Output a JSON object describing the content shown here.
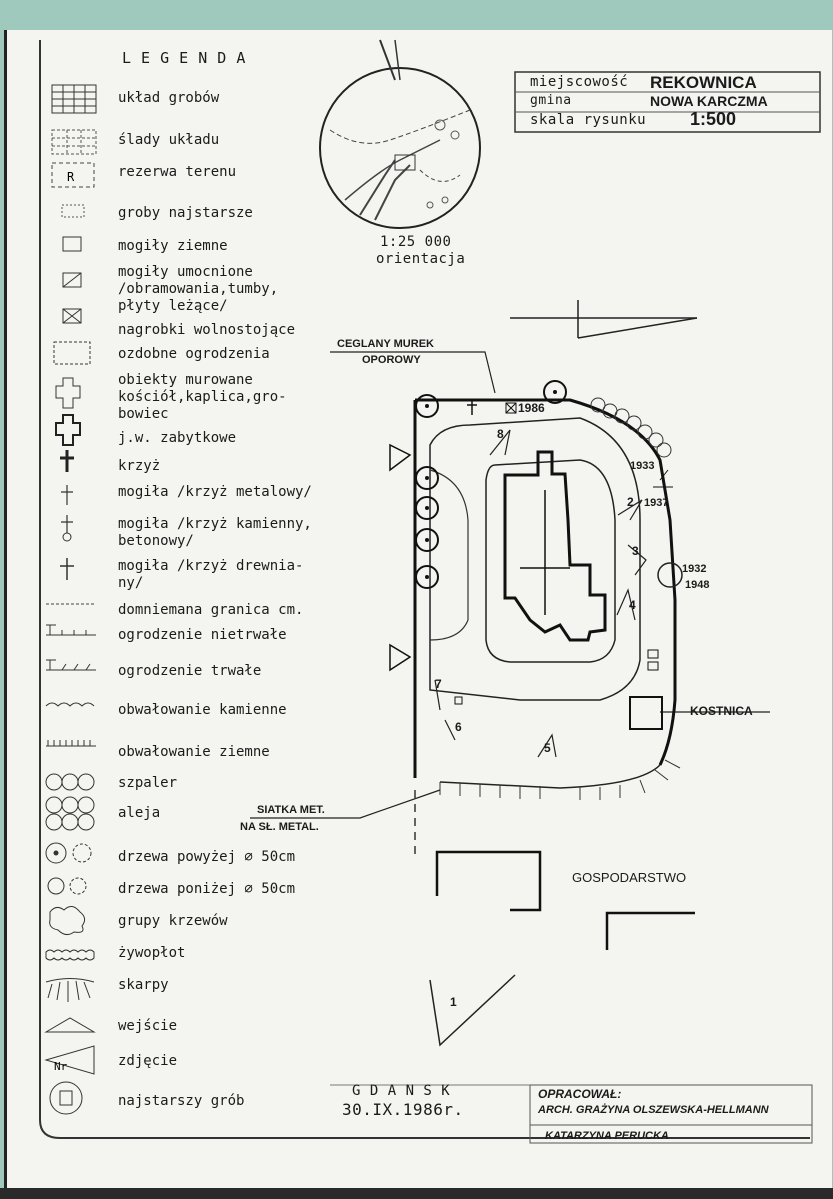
{
  "legend": {
    "title": "L E G E N D A",
    "items": [
      {
        "label": "układ grobów",
        "icon": "grave-grid-icon"
      },
      {
        "label": "ślady układu",
        "icon": "layout-traces-icon"
      },
      {
        "label": "rezerwa terenu",
        "icon": "land-reserve-icon"
      },
      {
        "label": "groby najstarsze",
        "icon": "oldest-graves-icon"
      },
      {
        "label": "mogiły ziemne",
        "icon": "earth-grave-icon"
      },
      {
        "label": "mogiły umocnione\n/obramowania,tumby,\npłyty leżące/",
        "icon": "reinforced-grave-icon"
      },
      {
        "label": "nagrobki wolnostojące",
        "icon": "freestanding-tombstone-icon"
      },
      {
        "label": "ozdobne ogrodzenia",
        "icon": "decorative-fence-icon"
      },
      {
        "label": "obiekty murowane\nkościół,kaplica,gro-\nbowiec",
        "icon": "masonry-building-icon"
      },
      {
        "label": "j.w. zabytkowe",
        "icon": "historic-building-icon"
      },
      {
        "label": "krzyż",
        "icon": "cross-icon"
      },
      {
        "label": "mogiła /krzyż metalowy/",
        "icon": "metal-cross-icon"
      },
      {
        "label": "mogiła /krzyż kamienny,\nbetonowy/",
        "icon": "stone-cross-icon"
      },
      {
        "label": "mogiła /krzyż drewnia-\nny/",
        "icon": "wooden-cross-icon"
      },
      {
        "label": "domniemana granica cm.",
        "icon": "presumed-boundary-icon"
      },
      {
        "label": "ogrodzenie nietrwałe",
        "icon": "temporary-fence-icon"
      },
      {
        "label": "ogrodzenie trwałe",
        "icon": "permanent-fence-icon"
      },
      {
        "label": "obwałowanie kamienne",
        "icon": "stone-embankment-icon"
      },
      {
        "label": "obwałowanie ziemne",
        "icon": "earth-embankment-icon"
      },
      {
        "label": "szpaler",
        "icon": "tree-row-icon"
      },
      {
        "label": "aleja",
        "icon": "avenue-icon"
      },
      {
        "label": "drzewa powyżej ⌀ 50cm",
        "icon": "large-trees-icon"
      },
      {
        "label": "drzewa poniżej ⌀ 50cm",
        "icon": "small-trees-icon"
      },
      {
        "label": "grupy krzewów",
        "icon": "shrub-group-icon"
      },
      {
        "label": "żywopłot",
        "icon": "hedge-icon"
      },
      {
        "label": "skarpy",
        "icon": "slope-icon"
      },
      {
        "label": "wejście",
        "icon": "entrance-icon"
      },
      {
        "label": "zdjęcie",
        "icon": "photo-icon"
      },
      {
        "label": "najstarszy grób",
        "icon": "oldest-grave-icon"
      }
    ]
  },
  "titlebox": {
    "place_label": "miejscowość",
    "place_value": "REKOWNICA",
    "gmina_label": "gmina",
    "gmina_value": "NOWA KARCZMA",
    "scale_label": "skala rysunku",
    "scale_value": "1:500"
  },
  "orientation": {
    "scale": "1:25 000",
    "label": "orientacja"
  },
  "map": {
    "wall_label_1": "CEGLANY MUREK",
    "wall_label_2": "OPOROWY",
    "year_1986": "1986",
    "year_1933": "1933",
    "year_1937": "1937",
    "year_1932": "1932",
    "year_1948": "1948",
    "kostnica": "KOSTNICA",
    "fence_label_1": "SIATKA MET.",
    "fence_label_2": "NA SŁ. METAL.",
    "farm_label": "GOSPODARSTWO",
    "photo_numbers": [
      "1",
      "2",
      "3",
      "4",
      "5",
      "6",
      "7",
      "8"
    ]
  },
  "footer": {
    "city": "G D A N S K",
    "date": "30.IX.1986r.",
    "prepared_label": "OPRACOWAŁ:",
    "author_1": "ARCH. GRAŻYNA OLSZEWSKA-HELLMANN",
    "author_2": "KATARZYNA PERUCKA"
  }
}
